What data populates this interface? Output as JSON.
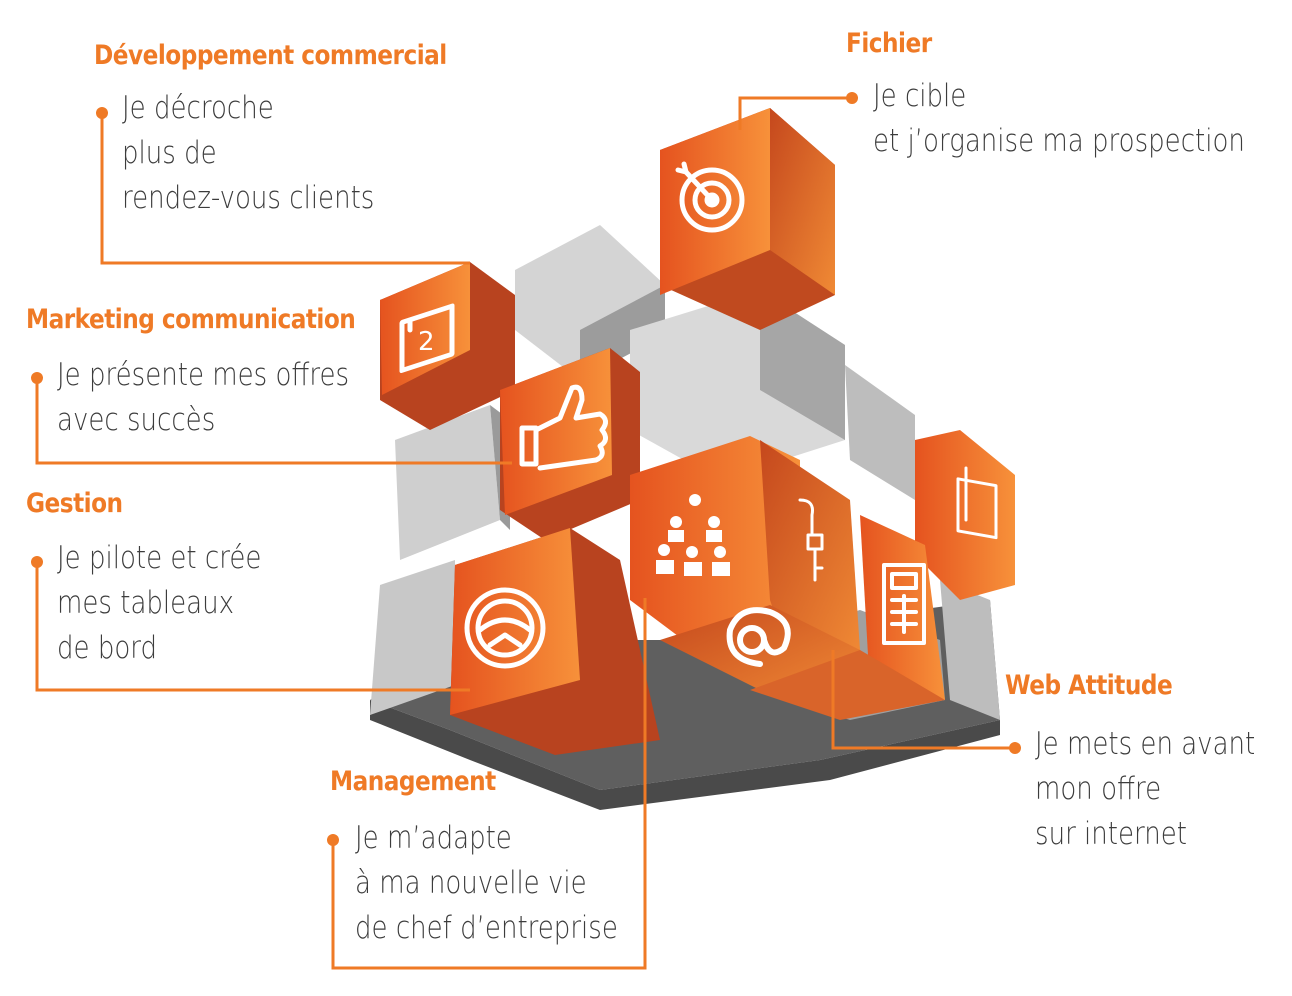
{
  "colors": {
    "accent": "#ef7a26",
    "accent_dark": "#b8431f",
    "grey_light": "#c9c9c9",
    "grey_dark": "#6a6a6a",
    "text": "#3c3c3c"
  },
  "sections": {
    "developpement": {
      "title": "Développement commercial",
      "lines": [
        "Je décroche",
        "plus de",
        "rendez-vous clients"
      ],
      "icon": "calendar-icon"
    },
    "fichier": {
      "title": "Fichier",
      "lines": [
        "Je cible",
        "et j’organise ma prospection"
      ],
      "icon": "target-icon"
    },
    "marketing": {
      "title": "Marketing communication",
      "lines": [
        "Je présente mes offres",
        "avec succès"
      ],
      "icon": "thumbs-up-icon"
    },
    "gestion": {
      "title": "Gestion",
      "lines": [
        "Je pilote et crée",
        "mes tableaux",
        "de bord"
      ],
      "icon": "steering-wheel-icon"
    },
    "web": {
      "title": "Web Attitude",
      "lines": [
        "Je mets en avant",
        "mon offre",
        "sur internet"
      ],
      "icon": "at-sign-icon"
    },
    "management": {
      "title": "Management",
      "lines": [
        "Je m’adapte",
        "à ma nouvelle vie",
        "de chef d’entreprise"
      ],
      "icon": "team-icon"
    }
  },
  "extra_icons": [
    "key-icon",
    "calculator-icon",
    "notebook-icon"
  ]
}
